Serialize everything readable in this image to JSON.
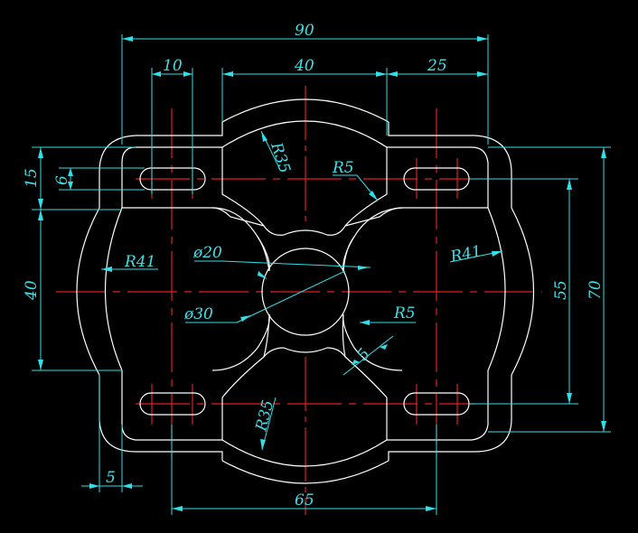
{
  "colors": {
    "background": "#000000",
    "outline": "#ffffff",
    "centerline": "#e02020",
    "dimension": "#30e0e8"
  },
  "dimensions": {
    "overall_width": "90",
    "slot_width": "10",
    "center_gap": "40",
    "right_offset": "25",
    "left_height_15": "15",
    "slot_height": "6",
    "left_height_40": "40",
    "right_height_55": "55",
    "overall_height": "70",
    "bottom_span": "65",
    "bottom_offset": "5",
    "radius_top": "R35",
    "radius_bottom": "R35",
    "radius_left": "R41",
    "radius_right": "R41",
    "fillet_upper": "R5",
    "fillet_lower": "R5",
    "diameter_inner": "ø20",
    "diameter_outer": "ø30",
    "web_width": "5"
  }
}
